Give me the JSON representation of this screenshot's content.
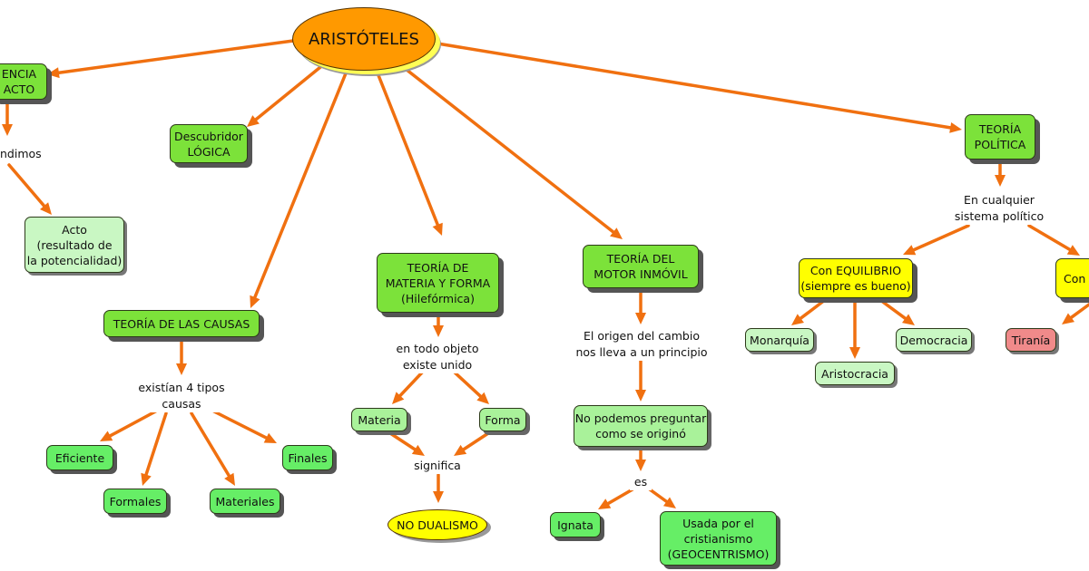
{
  "colors": {
    "connector": "#f07010",
    "root": "#ff9900",
    "box_green": "#7ce23a",
    "box_light": "#c9f7c3",
    "box_yellow": "#ffff00",
    "box_red": "#f08a8a"
  },
  "nodes": {
    "root": "ARISTÓTELES",
    "potencia_acto": "ENCIA\nACTO",
    "entendimos": "ndimos",
    "acto": "Acto\n(resultado de\nla potencialidad)",
    "logica": "Descubridor\nLÓGICA",
    "causas": "TEORÍA DE LAS CAUSAS",
    "causas_label": "existían 4 tipos\ncausas",
    "eficiente": "Eficiente",
    "formales": "Formales",
    "materiales": "Materiales",
    "finales": "Finales",
    "hilemorfica": "TEORÍA DE\nMATERIA Y FORMA\n(Hilefórmica)",
    "unido_label": "en todo objeto\nexiste unido",
    "materia": "Materia",
    "forma": "Forma",
    "significa": "significa",
    "no_dualismo": "NO DUALISMO",
    "motor": "TEORÍA DEL\nMOTOR INMÓVIL",
    "origen_label": "El origen del cambio\nnos lleva a un principio",
    "preguntar": "No podemos preguntar\ncomo se originó",
    "es": "es",
    "ignata": "Ignata",
    "cristianismo": "Usada por el\ncristianismo\n(GEOCENTRISMO)",
    "politica": "TEORÍA\nPOLÍTICA",
    "sistema_label": "En cualquier\nsistema político",
    "equilibrio": "Con EQUILIBRIO\n(siempre es bueno)",
    "desequilibrio": "Con D",
    "monarquia": "Monarquía",
    "aristocracia": "Aristocracia",
    "democracia": "Democracia",
    "tirania": "Tiranía"
  }
}
